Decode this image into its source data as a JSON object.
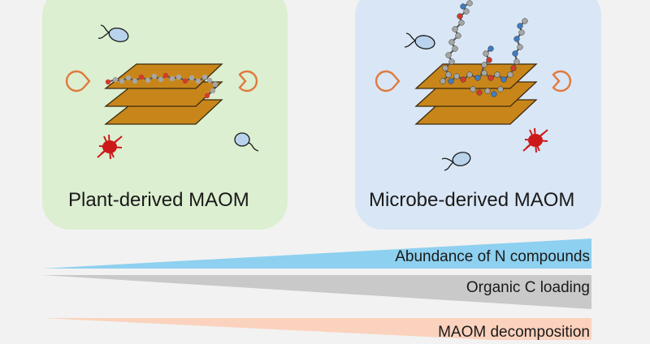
{
  "panels": {
    "plant": {
      "label": "Plant-derived MAOM",
      "bg_color": "#dcefd0"
    },
    "microbe": {
      "label": "Microbe-derived MAOM",
      "bg_color": "#d9e6f5"
    }
  },
  "wedges": [
    {
      "label": "Abundance of N compounds",
      "color": "#8ed0ef",
      "trend": "increasing"
    },
    {
      "label": "Organic C loading",
      "color": "#c9c9c9",
      "trend": "increasing"
    },
    {
      "label": "MAOM decomposition",
      "color": "#fbd2bd",
      "trend": "increasing"
    }
  ],
  "colors": {
    "sheet_fill": "#c8861a",
    "sheet_stroke": "#3a2a10",
    "enzyme": "#e07a3c",
    "microbe": "#b9d3ec",
    "fungus": "#cc1a1a",
    "atom_carbon": "#a6a6a6",
    "atom_oxygen": "#d33a2c",
    "atom_nitrogen": "#3f7bc1"
  },
  "icons": [
    "mineral-sheet-stack-icon",
    "enzyme-pacman-icon",
    "bacterium-icon",
    "fungus-red-icon",
    "organic-molecule-chain-icon"
  ]
}
